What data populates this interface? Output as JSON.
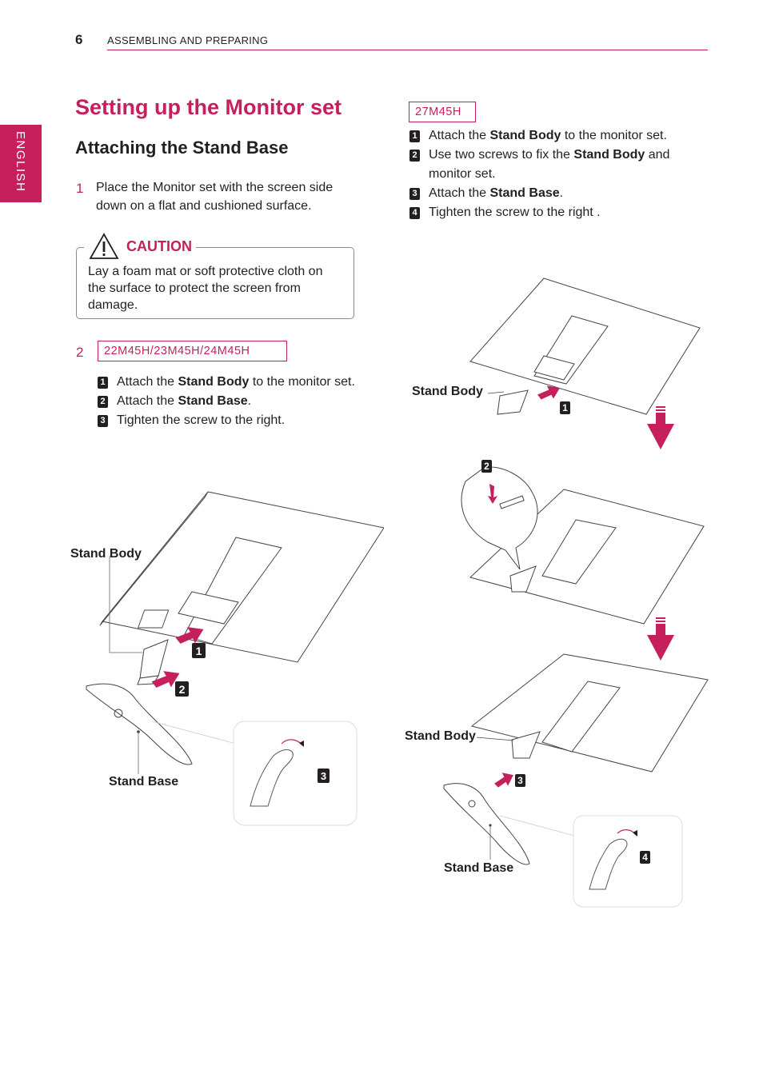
{
  "header": {
    "page_number": "6",
    "section": "ASSEMBLING AND PREPARING"
  },
  "language_tab": "ENGLISH",
  "title": "Setting up the Monitor set",
  "subtitle": "Attaching the Stand Base",
  "step1": {
    "number": "1",
    "text": "Place the Monitor set with the screen side down on a flat and cushioned surface."
  },
  "caution": {
    "label": "CAUTION",
    "text": "Lay a foam mat or soft protective cloth on the surface to protect the screen from damage."
  },
  "step2": {
    "number": "2",
    "model": "22M45H/23M45H/24M45H",
    "items": [
      {
        "n": "1",
        "pre": "Attach the ",
        "bold": "Stand Body",
        "post": " to the monitor set."
      },
      {
        "n": "2",
        "pre": "Attach the ",
        "bold": "Stand Base",
        "post": "."
      },
      {
        "n": "3",
        "pre": "Tighten the screw to the right.",
        "bold": "",
        "post": ""
      }
    ]
  },
  "model_27": {
    "model": "27M45H",
    "items": [
      {
        "n": "1",
        "pre": "Attach the ",
        "bold": "Stand Body",
        "post": " to the monitor set."
      },
      {
        "n": "2",
        "pre": "Use two screws to fix the ",
        "bold": "Stand Body",
        "post": " and monitor set."
      },
      {
        "n": "3",
        "pre": "Attach the ",
        "bold": "Stand Base",
        "post": "."
      },
      {
        "n": "4",
        "pre": "Tighten the screw to the right .",
        "bold": "",
        "post": ""
      }
    ]
  },
  "labels": {
    "stand_body": "Stand Body",
    "stand_base": "Stand Base",
    "callouts": [
      "1",
      "2",
      "3",
      "4"
    ]
  },
  "colors": {
    "accent": "#c5205b",
    "text": "#231f20",
    "line": "#8a8a8a"
  },
  "icons": [
    "warning-triangle-icon",
    "down-arrow-icon",
    "push-arrow-icon",
    "rotate-arrow-icon"
  ]
}
